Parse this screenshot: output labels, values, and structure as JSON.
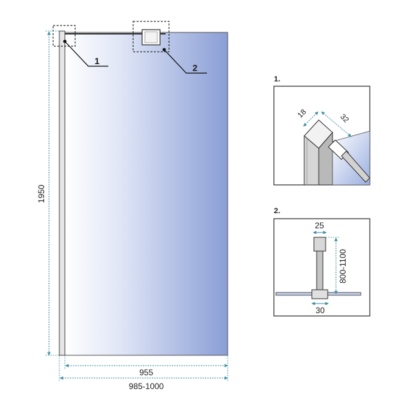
{
  "main_view": {
    "callouts": [
      "1",
      "2"
    ],
    "dimensions": {
      "height": "1950",
      "glass_width": "955",
      "total_width": "985-1000"
    }
  },
  "detail_1": {
    "title": "1.",
    "dim_a": "18",
    "dim_b": "32"
  },
  "detail_2": {
    "title": "2.",
    "dim_top": "25",
    "dim_length": "800-1100",
    "dim_bottom": "30"
  },
  "colors": {
    "dimension_line": "#3f8fa0",
    "glass_left": "#ffffff",
    "glass_right": "#8a9ed6",
    "frame": "#9a9a9a",
    "outline": "#333333"
  }
}
